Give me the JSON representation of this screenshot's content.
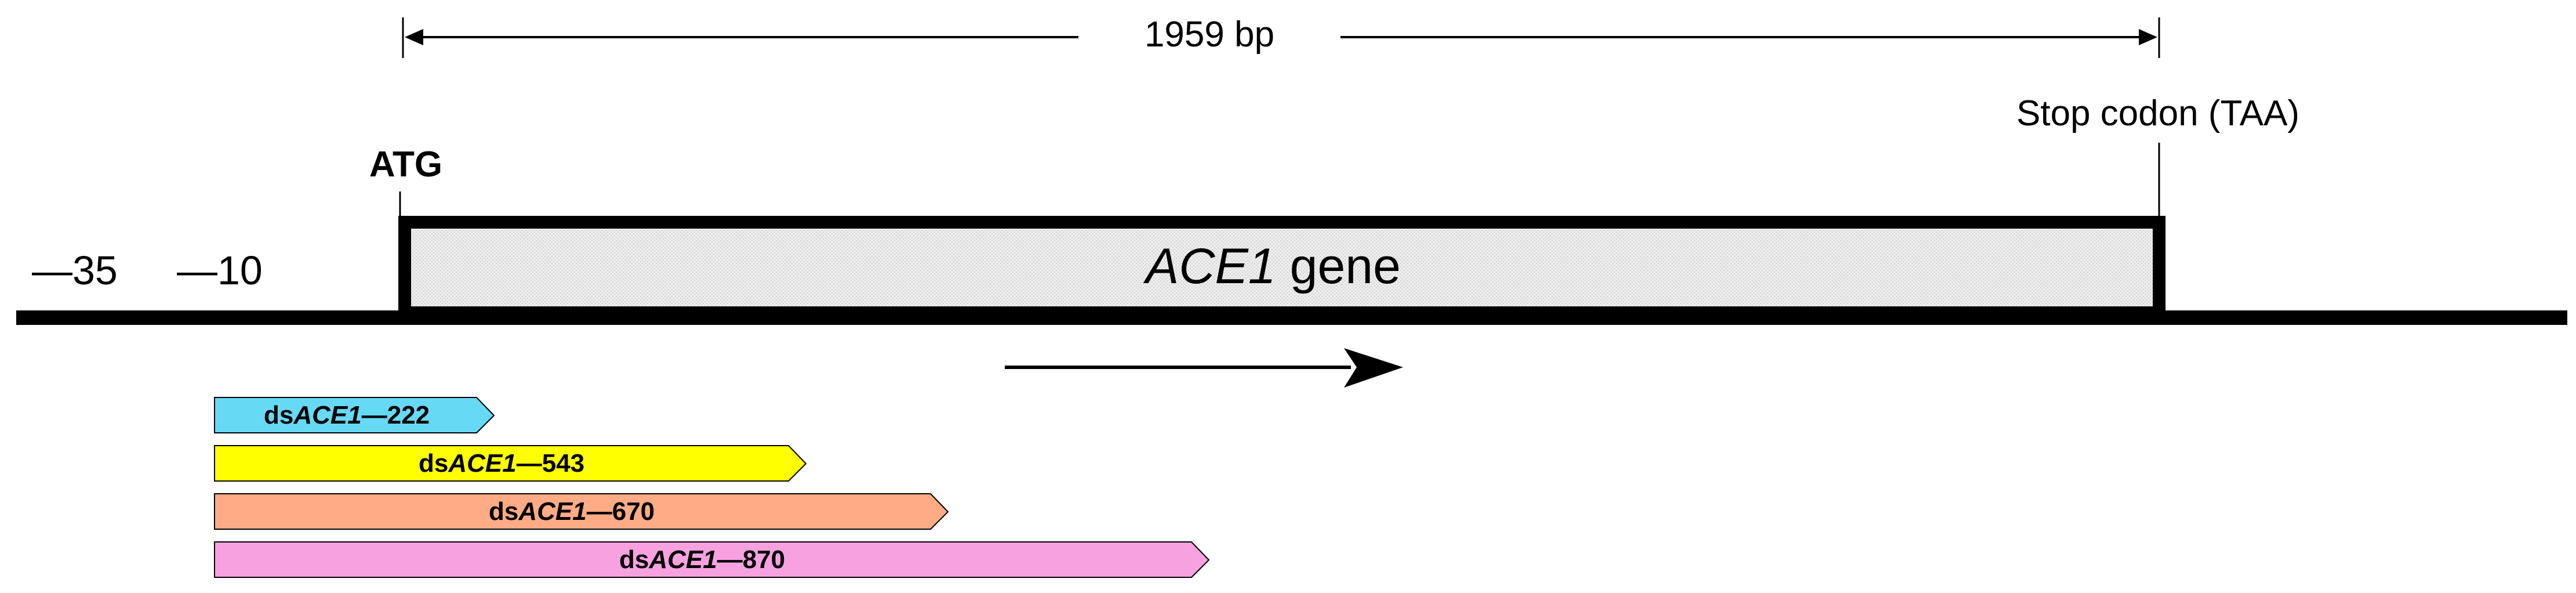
{
  "length_label": "1959 bp",
  "start_codon": "ATG",
  "stop_codon_label": "Stop codon (TAA)",
  "promoter": {
    "minus35": "—35",
    "minus10": "—10"
  },
  "gene": {
    "name": "ACE1",
    "suffix": " gene"
  },
  "fragments": [
    {
      "prefix": "ds",
      "gene": "ACE1",
      "length": "—222",
      "color": "#66d9f5"
    },
    {
      "prefix": "ds",
      "gene": "ACE1",
      "length": "—543",
      "color": "#ffff00"
    },
    {
      "prefix": "ds",
      "gene": "ACE1",
      "length": "—670",
      "color": "#ffab85"
    },
    {
      "prefix": "ds",
      "gene": "ACE1",
      "length": "—870",
      "color": "#f7a1e0"
    }
  ],
  "colors": {
    "gene_box_fill": "#e8e8e8",
    "line": "#000000"
  }
}
